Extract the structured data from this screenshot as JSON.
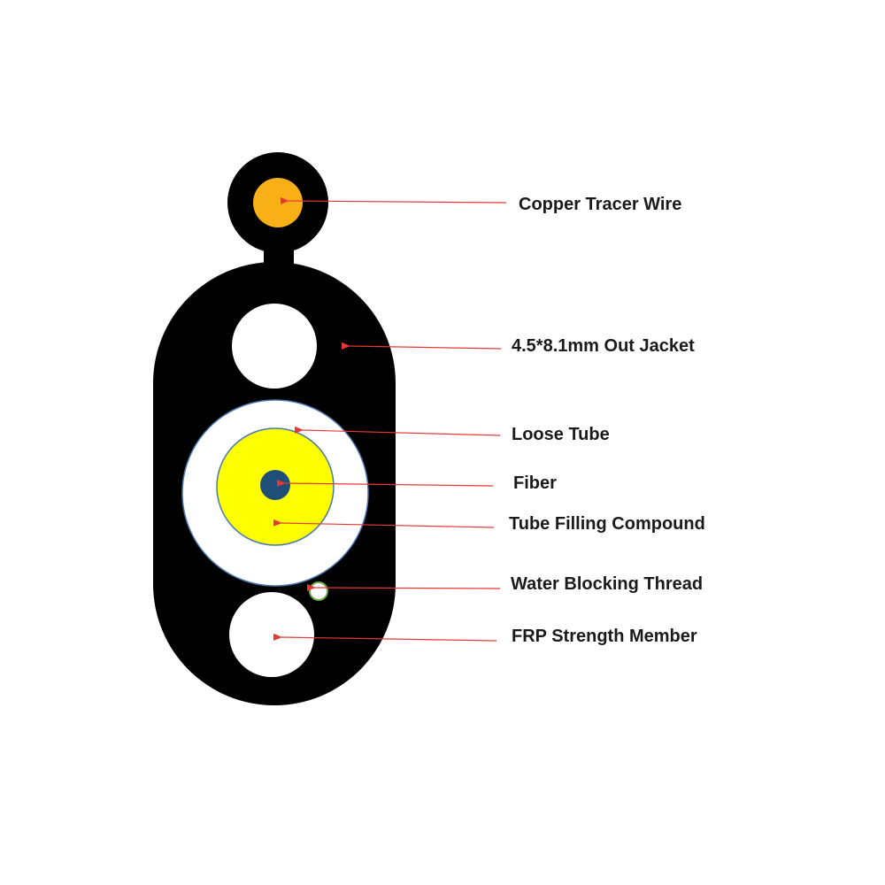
{
  "colors": {
    "jacket": "#000000",
    "copper": "#f8b016",
    "loose_tube": "#ffffff",
    "tube_outline": "#4a78b0",
    "filling_compound": "#ffff00",
    "fiber": "#1f4e79",
    "strength_member": "#ffffff",
    "water_thread_ring": "#6aa84f",
    "leader_line": "#e53935"
  },
  "labels": {
    "copper_tracer_wire": "Copper Tracer Wire",
    "out_jacket": "4.5*8.1mm Out Jacket",
    "loose_tube": "Loose Tube",
    "fiber": "Fiber",
    "tube_filling_compound": "Tube Filling Compound",
    "water_blocking_thread": "Water Blocking Thread",
    "frp_strength_member": "FRP Strength Member"
  }
}
